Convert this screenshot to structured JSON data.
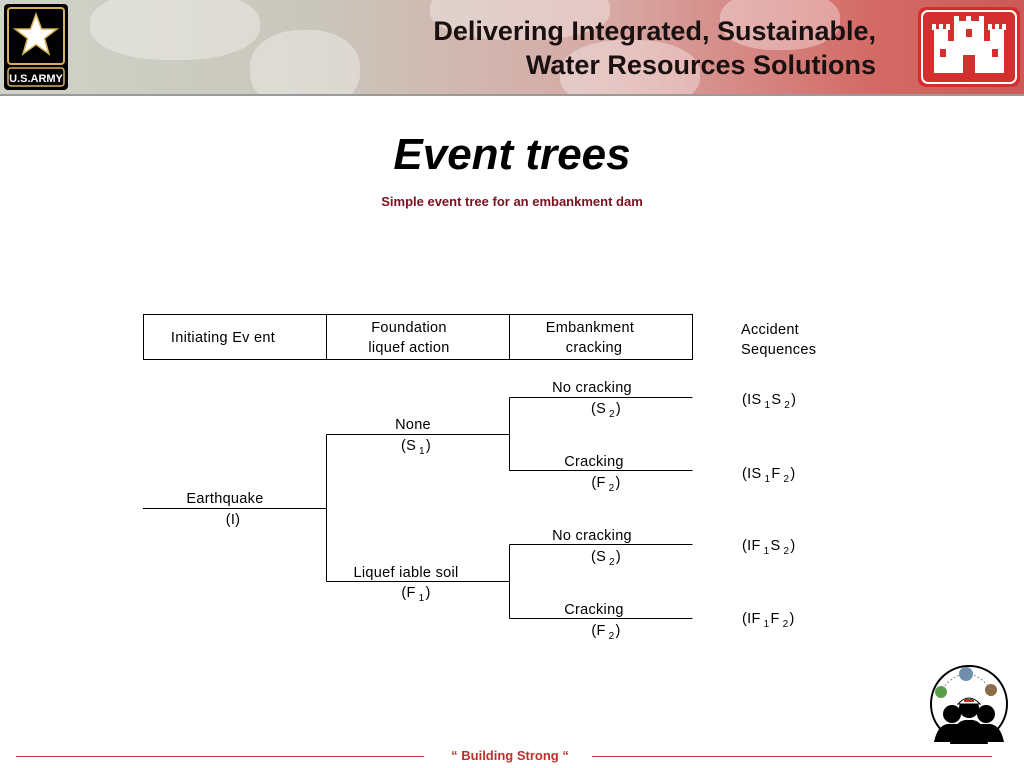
{
  "header": {
    "org_logo_text": "U.S.ARMY",
    "headline_line1": "Delivering Integrated, Sustainable,",
    "headline_line2": "Water Resources Solutions"
  },
  "slide": {
    "title": "Event trees",
    "subtitle": "Simple event tree for an embankment dam"
  },
  "tree": {
    "columns": {
      "initiating": "Initiating Ev ent",
      "foundation_line1": "Foundation",
      "foundation_line2": "liquef action",
      "embankment_line1": "Embankment",
      "embankment_line2": "cracking",
      "accident_line1": "Accident",
      "accident_line2": "Sequences"
    },
    "initiating_event": {
      "name": "Earthquake",
      "symbol": "(I)"
    },
    "foundation_branches": [
      {
        "label": "None",
        "symbol": "(S",
        "sub": "1",
        "close": ")"
      },
      {
        "label": "Liquef iable soil",
        "symbol": "(F",
        "sub": "1",
        "close": ")"
      }
    ],
    "embankment_branches": [
      {
        "label": "No cracking",
        "symbol": "(S",
        "sub": "2",
        "close": ")"
      },
      {
        "label": "Cracking",
        "symbol": "(F",
        "sub": "2",
        "close": ")"
      },
      {
        "label": "No cracking",
        "symbol": "(S",
        "sub": "2",
        "close": ")"
      },
      {
        "label": "Cracking",
        "symbol": "(F",
        "sub": "2",
        "close": ")"
      }
    ],
    "sequences": [
      {
        "open": "(IS",
        "sub1": "1",
        "mid": "S",
        "sub2": "2",
        "close": ")"
      },
      {
        "open": "(IS",
        "sub1": "1",
        "mid": "F",
        "sub2": "2",
        "close": ")"
      },
      {
        "open": "(IF",
        "sub1": "1",
        "mid": "S",
        "sub2": "2",
        "close": ")"
      },
      {
        "open": "(IF",
        "sub1": "1",
        "mid": "F",
        "sub2": "2",
        "close": ")"
      }
    ]
  },
  "footer": {
    "motto": "“ Building  Strong “"
  },
  "colors": {
    "accent_red": "#c0302a",
    "subtitle_maroon": "#7a1020",
    "castle_red": "#d32f2f"
  }
}
